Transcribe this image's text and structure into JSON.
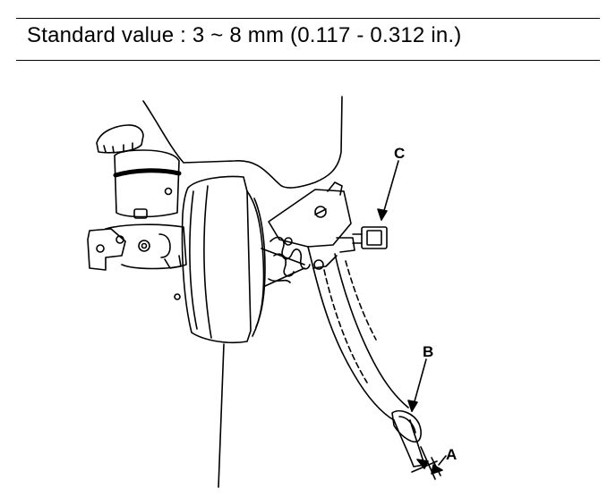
{
  "spec": {
    "text": "Standard value : 3 ~ 8 mm (0.117 - 0.312 in.)"
  },
  "callouts": {
    "a": "A",
    "b": "B",
    "c": "C"
  }
}
